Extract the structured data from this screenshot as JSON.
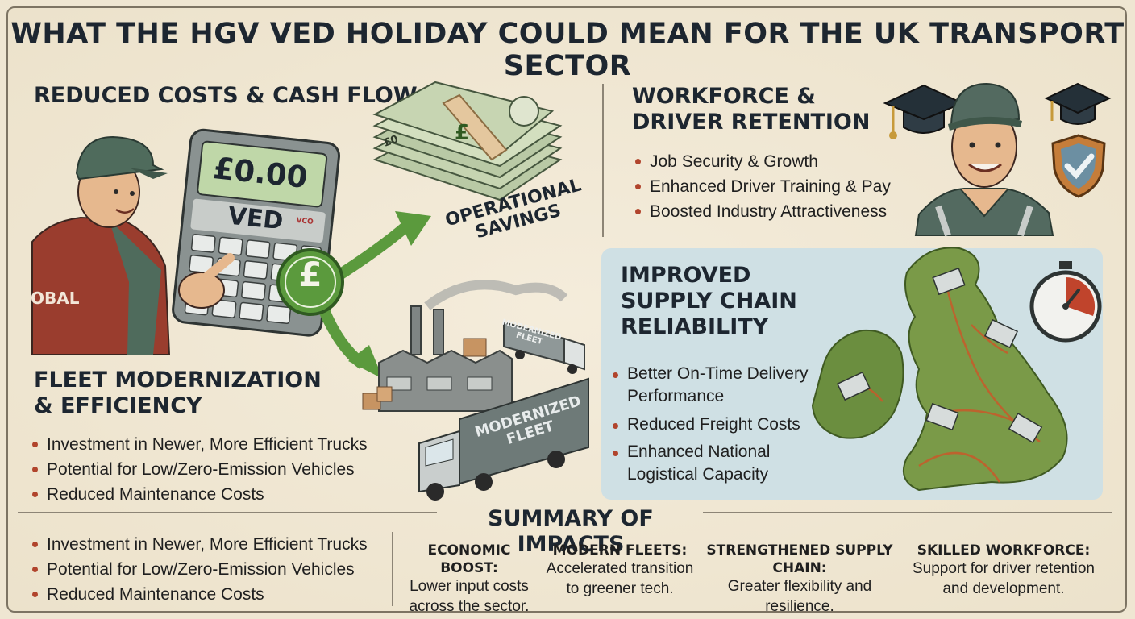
{
  "title": "WHAT THE HGV VED HOLIDAY COULD MEAN FOR THE UK TRANSPORT SECTOR",
  "costs": {
    "heading": "REDUCED COSTS & CASH FLOW",
    "calculator_display": "£0.00",
    "calculator_label": "VED",
    "calculator_badge": "VCO",
    "coin_symbol": "£",
    "vest_text": "OBAL",
    "savings_label_line1": "OPERATIONAL",
    "savings_label_line2": "SAVINGS",
    "note_symbol": "£",
    "note_corner": "£0"
  },
  "fleet": {
    "heading_line1": "FLEET MODERNIZATION",
    "heading_line2": "& EFFICIENCY",
    "items": [
      "Investment in Newer, More Efficient Trucks",
      "Potential for Low/Zero-Emission Vehicles",
      "Reduced Maintenance Costs"
    ],
    "truck_label_small_1": "MODERNIZED",
    "truck_label_small_2": "FLEET",
    "truck_label_large_1": "MODERNIZED",
    "truck_label_large_2": "FLEET"
  },
  "workforce": {
    "heading_line1": "WORKFORCE &",
    "heading_line2": "DRIVER RETENTION",
    "items": [
      "Job Security & Growth",
      "Enhanced Driver Training & Pay",
      "Boosted Industry Attractiveness"
    ]
  },
  "supply": {
    "heading_line1": "IMPROVED",
    "heading_line2": "SUPPLY CHAIN",
    "heading_line3": "RELIABILITY",
    "items": [
      "Better On-Time Delivery Performance",
      "Reduced Freight Costs",
      "Enhanced National Logistical Capacity"
    ]
  },
  "summary": {
    "heading": "SUMMARY OF IMPACTS",
    "items": [
      "Investment in Newer, More Efficient Trucks",
      "Potential for Low/Zero-Emission Vehicles",
      "Reduced Maintenance Costs"
    ],
    "columns": [
      {
        "label": "ECONOMIC BOOST:",
        "text": "Lower input costs across the sector."
      },
      {
        "label": "MODERN FLEETS:",
        "text": "Accelerated transition to greener tech."
      },
      {
        "label": "STRENGTHENED SUPPLY CHAIN:",
        "text": "Greater flexibility and resilience."
      },
      {
        "label": "SKILLED WORKFORCE:",
        "text": "Support for driver retention and development."
      }
    ]
  },
  "colors": {
    "accent_green": "#5b9a3d",
    "bullet_red": "#b1442c",
    "panel_blue": "#cfe0e4",
    "heading_dark": "#1d2630"
  }
}
